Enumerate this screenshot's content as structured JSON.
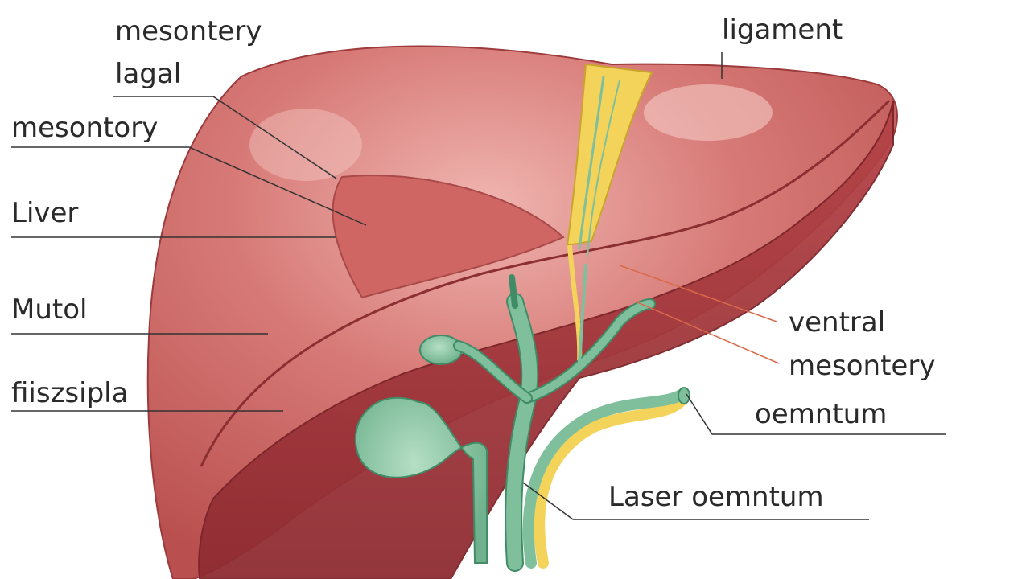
{
  "labels": [
    "mesontery",
    "lagal",
    "mesontory",
    "Liver",
    "Mutol",
    "fiiszsipla",
    "ligament",
    "ventral",
    "mesontery",
    "oemntum",
    "Laser oemntum"
  ],
  "colors": {
    "liver": "#cf6b6a",
    "liver_dark": "#a8383c",
    "liver_highlight": "#f0b5b0",
    "ligament": "#f3d35a",
    "duct": "#7fbf9c",
    "duct_outline": "#3f8c66",
    "leader": "#333333",
    "leader_accent": "#d9694a"
  }
}
